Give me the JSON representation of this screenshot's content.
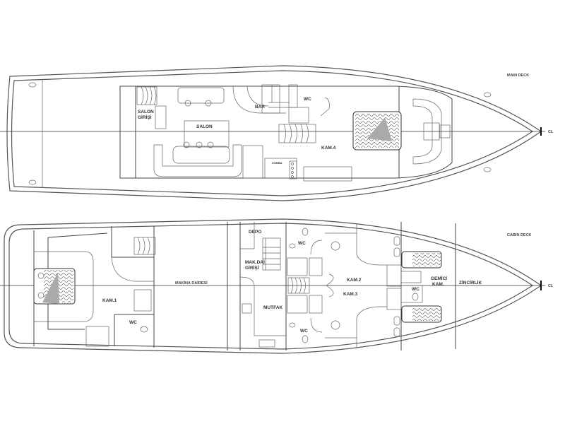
{
  "main_deck": {
    "title": "MAIN DECK",
    "centerline": "CL",
    "rooms": {
      "salon_entrance": [
        "SALON",
        "GİRİŞİ"
      ],
      "salon": "SALON",
      "bar": "BAR",
      "wc": "WC",
      "cabin4": "KAM.4",
      "pantry": "ZOMBA"
    }
  },
  "cabin_deck": {
    "title": "CABIN DECK",
    "centerline": "CL",
    "rooms": {
      "engine_room": "MAKİNA DAİRESİ",
      "cabin1": "KAM.1",
      "wc1": "WC",
      "depo": "DEPO",
      "engine_entrance": [
        "MAK.DAİ",
        "GİRİŞİ"
      ],
      "galley": "MUTFAK",
      "wc_upper": "WC",
      "wc_lower": "WC",
      "cabin2": "KAM.2",
      "cabin3": "KAM.3",
      "crew_cabin": [
        "GEMİCİ",
        "KAM."
      ],
      "wc_crew": "WC",
      "chain_locker": "ZİNCİRLİK"
    }
  }
}
